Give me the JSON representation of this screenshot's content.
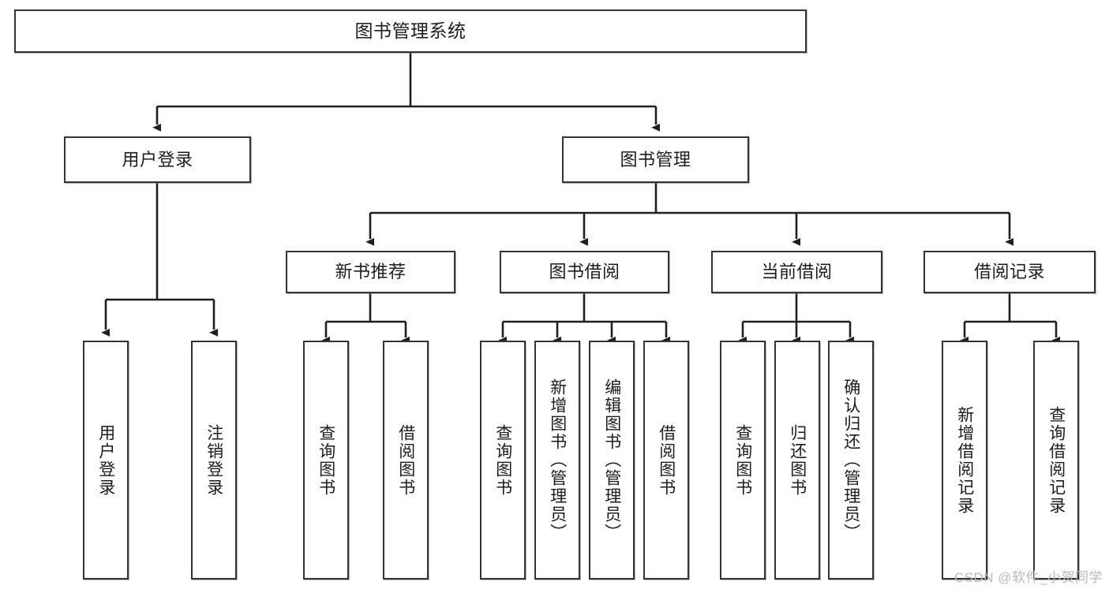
{
  "diagram": {
    "title": "图书管理系统",
    "watermark": "CSDN @软件_小贺同学",
    "colors": {
      "box_border": "#333333",
      "box_fill": "#ffffff",
      "edge": "#1f1f1f",
      "background": "#ffffff",
      "watermark": "#b9b9b9"
    },
    "nodes": {
      "root": {
        "label": "图书管理系统"
      },
      "level2": [
        {
          "id": "user-login",
          "label": "用户登录"
        },
        {
          "id": "book-manage",
          "label": "图书管理"
        }
      ],
      "level3": [
        {
          "id": "new-book-recommend",
          "label": "新书推荐"
        },
        {
          "id": "book-borrow",
          "label": "图书借阅"
        },
        {
          "id": "current-borrow",
          "label": "当前借阅"
        },
        {
          "id": "borrow-record",
          "label": "借阅记录"
        }
      ],
      "leaves": {
        "user-login": [
          {
            "id": "leaf-user-login",
            "label": "用户登录"
          },
          {
            "id": "leaf-logout-login",
            "label": "注销登录"
          }
        ],
        "new-book-recommend": [
          {
            "id": "leaf-query-book-1",
            "label": "查询图书"
          },
          {
            "id": "leaf-borrow-book-1",
            "label": "借阅图书"
          }
        ],
        "book-borrow": [
          {
            "id": "leaf-query-book-2",
            "label": "查询图书"
          },
          {
            "id": "leaf-add-book-admin",
            "label": "新增图书（管理员）"
          },
          {
            "id": "leaf-edit-book-admin",
            "label": "编辑图书（管理员）"
          },
          {
            "id": "leaf-borrow-book-2",
            "label": "借阅图书"
          }
        ],
        "current-borrow": [
          {
            "id": "leaf-query-book-3",
            "label": "查询图书"
          },
          {
            "id": "leaf-return-book",
            "label": "归还图书"
          },
          {
            "id": "leaf-confirm-return-admin",
            "label": "确认归还（管理员）"
          }
        ],
        "borrow-record": [
          {
            "id": "leaf-add-borrow-record",
            "label": "新增借阅记录"
          },
          {
            "id": "leaf-query-borrow-record",
            "label": "查询借阅记录"
          }
        ]
      }
    }
  }
}
